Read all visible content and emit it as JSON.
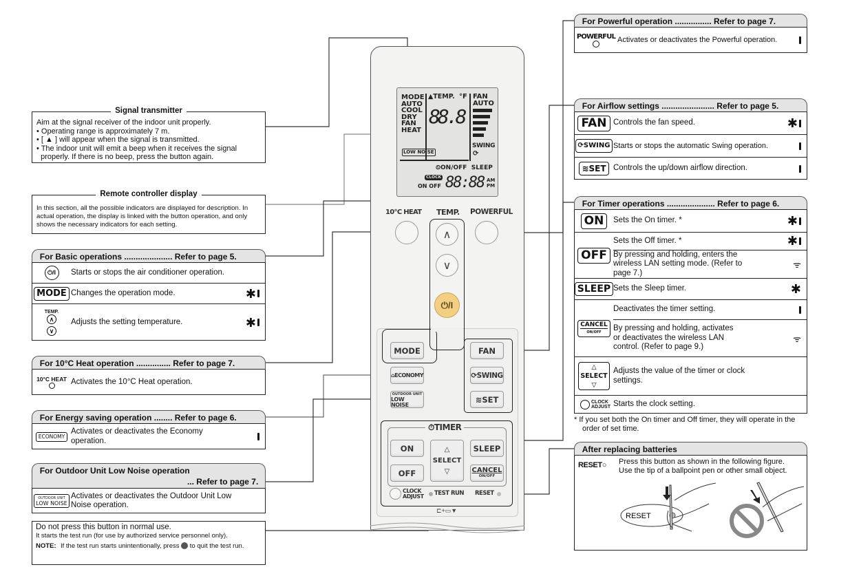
{
  "signal": {
    "title": "Signal transmitter",
    "lines": [
      "Aim at the signal receiver of the indoor unit properly.",
      "• Operating range is approximately 7 m.",
      "• [ ▲ ] will appear when the signal is transmitted.",
      "• The indoor unit will emit a beep when it receives the signal",
      "  properly. If there is no beep, press the button again."
    ]
  },
  "display_note": {
    "title": "Remote controller display",
    "text": "In this section, all the possible indicators are displayed for description. In actual operation, the display is linked with the button operation, and only shows the necessary indicators for each setting."
  },
  "basic": {
    "header": "For Basic operations ..................... Refer to page 5.",
    "rows": [
      {
        "icon": "⏻/I",
        "text": "Starts or stops the air conditioner operation.",
        "indicators": []
      },
      {
        "icon": "MODE",
        "text": "Changes the operation mode.",
        "indicators": [
          "star",
          "bar"
        ]
      },
      {
        "icon": "TEMP.",
        "text": "Adjusts the setting temperature.",
        "indicators": [
          "star",
          "bar"
        ]
      }
    ]
  },
  "heat10": {
    "header": "For 10°C Heat operation  ............... Refer to page 7.",
    "icon": "10°C HEAT",
    "text": "Activates the 10°C Heat operation."
  },
  "energy": {
    "header": "For Energy saving operation ........ Refer to page 6.",
    "icon": "ECONOMY",
    "text": "Activates or deactivates the Economy operation.",
    "indicators": [
      "bar"
    ]
  },
  "lownoise": {
    "header1": "For Outdoor Unit Low Noise operation",
    "header2": "... Refer to page 7.",
    "icon_top": "OUTDOOR UNIT",
    "icon_bottom": "LOW NOISE",
    "text": "Activates or deactivates the Outdoor Unit Low Noise operation."
  },
  "testrun": {
    "line1": "Do not press this button in normal use.",
    "line2": "It starts the test run (for use by authorized service personnel only).",
    "note_label": "NOTE:",
    "note_a": "If the test run starts unintentionally, press",
    "note_b": "to quit the test run."
  },
  "powerful": {
    "header": "For Powerful operation  ................ Refer to page 7.",
    "icon": "POWERFUL",
    "text": "Activates or deactivates the Powerful operation.",
    "indicators": [
      "bar"
    ]
  },
  "airflow": {
    "header": "For Airflow settings ....................... Refer to page 5.",
    "rows": [
      {
        "icon": "FAN",
        "text": "Controls the fan speed.",
        "indicators": [
          "star",
          "bar"
        ]
      },
      {
        "icon": "SWING",
        "text": "Starts or stops the automatic Swing operation.",
        "indicators": [
          "bar"
        ]
      },
      {
        "icon": "SET",
        "text": "Controls the up/down airflow direction.",
        "indicators": [
          "bar"
        ]
      }
    ]
  },
  "timer": {
    "header": "For Timer operations ..................... Refer to page 6.",
    "rows": [
      {
        "icon": "ON",
        "text": "Sets the On timer. *",
        "indicators": [
          "star",
          "bar"
        ]
      },
      {
        "icon": "OFF",
        "text": "Sets the Off timer. *",
        "text2": "By pressing and holding, enters the wireless LAN setting mode. (Refer to page 7.)",
        "indicators": [
          "star",
          "bar"
        ],
        "indicators2": [
          "wifi"
        ]
      },
      {
        "icon": "SLEEP",
        "text": "Sets the Sleep timer.",
        "indicators": [
          "star"
        ]
      },
      {
        "icon": "CANCEL",
        "icon_sub": "ON/OFF",
        "text": "Deactivates the timer setting.",
        "text2": "By pressing and holding, activates or deactivates the wireless LAN control. (Refer to page 9.)",
        "indicators": [
          "bar"
        ],
        "indicators2": [
          "wifi"
        ]
      },
      {
        "icon": "SELECT",
        "text": "Adjusts the value of the timer or clock settings.",
        "indicators": []
      },
      {
        "icon": "CLOCK ADJUST",
        "text": "Starts the clock setting.",
        "indicators": []
      }
    ],
    "footnote": "*  If you set both the On timer and Off timer, they will operate in the order of set time."
  },
  "batteries": {
    "header": "After replacing batteries",
    "icon": "RESET",
    "line1": "Press this button as shown in the following figure.",
    "line2": "Use the tip of a ballpoint pen or other small object.",
    "figure_label": "RESET"
  },
  "remote": {
    "lcd": {
      "modes": [
        "MODE",
        "AUTO",
        "COOL",
        "DRY",
        "FAN",
        "HEAT"
      ],
      "temp": "▲TEMP.",
      "digits": "88.8",
      "unit": "°F",
      "fan": "FAN",
      "fan_auto": "AUTO",
      "swing": "SWING",
      "low_noise": "LOW NOISE",
      "onoff_sleep": "ON/OFF  SLEEP",
      "clock": "CLOCK",
      "on_off": "ON OFF",
      "time": "88:88",
      "am": "AM",
      "pm": "PM"
    },
    "buttons": {
      "heat10": "10°C HEAT",
      "temp": "TEMP.",
      "powerful": "POWERFUL",
      "up": "∧",
      "down": "∨",
      "power": "⏻/I",
      "mode": "MODE",
      "economy": "ECONOMY",
      "lownoise_top": "OUTDOOR UNIT",
      "lownoise": "LOW NOISE",
      "fan": "FAN",
      "swing": "SWING",
      "set": "SET",
      "timer": "TIMER",
      "on": "ON",
      "off": "OFF",
      "select": "SELECT",
      "sleep": "SLEEP",
      "cancel": "CANCEL",
      "cancel_sub": "ON/OFF",
      "clock": "CLOCK",
      "adjust": "ADJUST",
      "test_run": "TEST RUN",
      "reset": "RESET"
    }
  },
  "colors": {
    "header_bg": "#e4e4e4",
    "power_button": "#f2cf82",
    "remote_body": "#f3f3f1"
  }
}
